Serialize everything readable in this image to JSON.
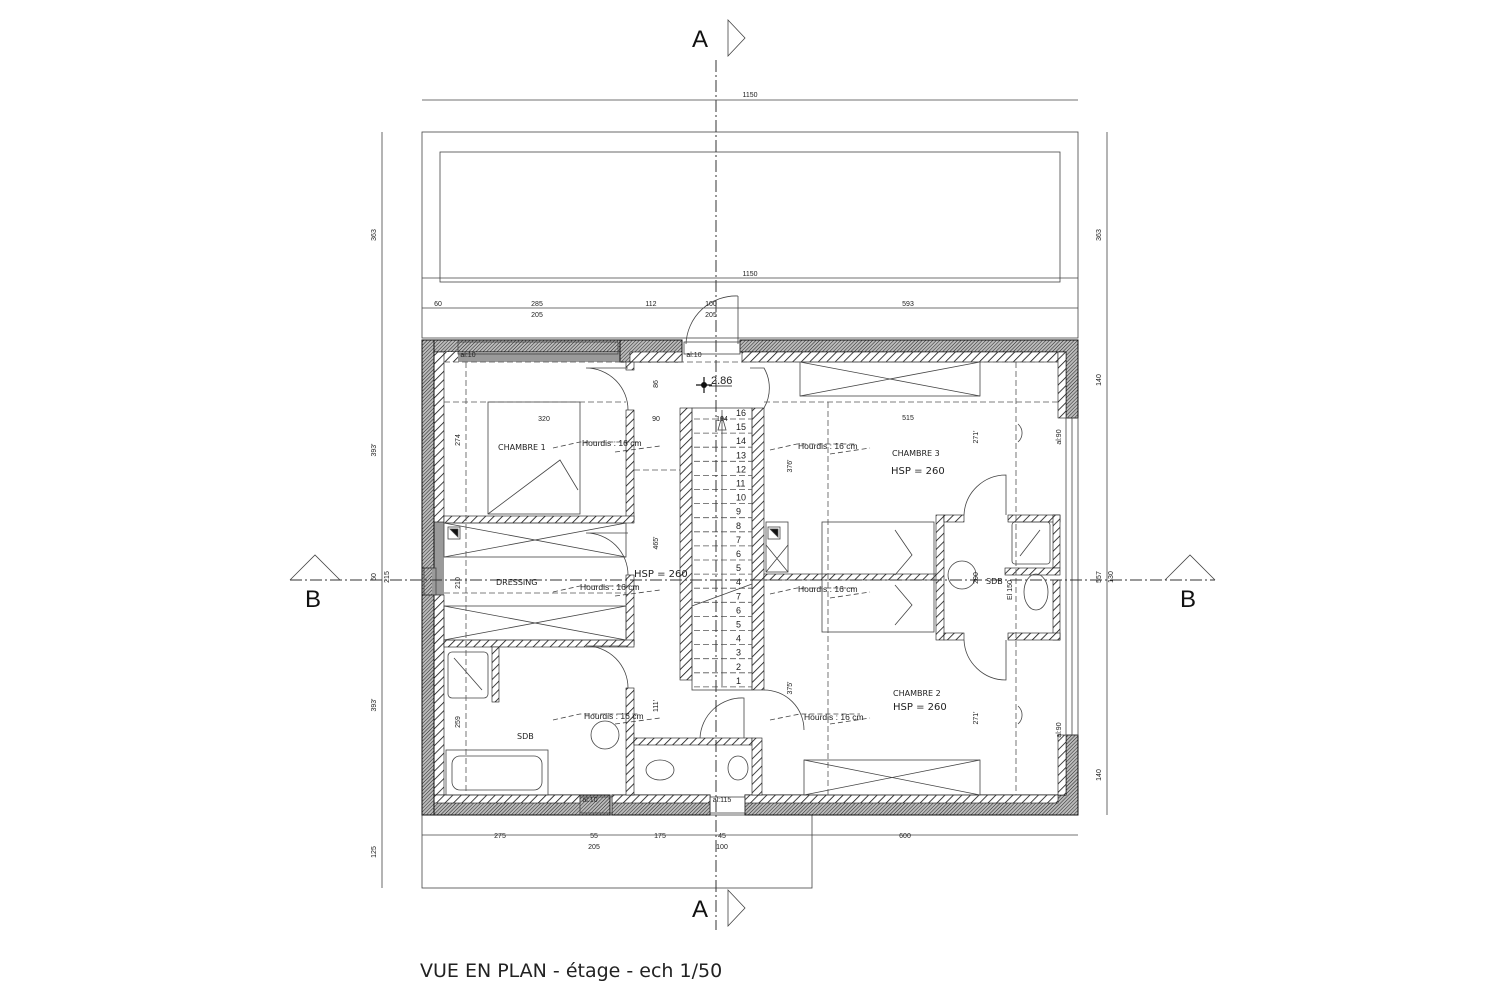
{
  "title": "VUE EN PLAN - étage - ech 1/50",
  "section_markers": {
    "a_top": "A",
    "a_bottom": "A",
    "b_left": "B",
    "b_right": "B"
  },
  "level_mark": "2.86",
  "dimensions": {
    "top_overall": "1150",
    "top_overall_2": "1150",
    "top_row1": [
      "60",
      "285",
      "112",
      "100",
      "593"
    ],
    "top_row2": [
      "205",
      "205"
    ],
    "bottom_row1": [
      "275",
      "55",
      "175",
      "45",
      "600"
    ],
    "bottom_row2": [
      "205",
      "100"
    ],
    "left": [
      "363",
      "393'",
      "60",
      "215",
      "393'",
      "125"
    ],
    "right": [
      "363",
      "140",
      "557",
      "130",
      "140"
    ],
    "interior": [
      "320",
      "274",
      "90",
      "86",
      "104",
      "515",
      "271'",
      "376'",
      "465'",
      "210",
      "259",
      "111'",
      "375'",
      "271'",
      "200",
      "al:90",
      "al:90",
      "al:10",
      "al:10",
      "al:10",
      "al:115",
      "El 150"
    ]
  },
  "rooms": {
    "chambre1": "CHAMBRE 1",
    "dressing": "DRESSING",
    "sdb_left": "SDB",
    "chambre3": "CHAMBRE 3",
    "chambre2": "CHAMBRE 2",
    "sdb_right": "SDB",
    "hsp_corridor": "HSP = 260",
    "hsp_chambre3": "HSP = 260",
    "hsp_chambre2": "HSP = 260"
  },
  "slab_labels": [
    "Hourdis : 16 cm",
    "Hourdis : 16 cm",
    "Hourdis : 16 cm",
    "Hourdis : 16 cm",
    "Hourdis : 16 cm",
    "Hourdis : 16 cm"
  ],
  "stair_numbers": [
    "16",
    "15",
    "14",
    "13",
    "12",
    "11",
    "10",
    "9",
    "8",
    "7",
    "6",
    "5",
    "4",
    "7",
    "6",
    "5",
    "4",
    "3",
    "2",
    "1"
  ],
  "colors": {
    "line": "#222222",
    "wall_fill": "#ffffff",
    "insulation": "#9a9a9a"
  }
}
